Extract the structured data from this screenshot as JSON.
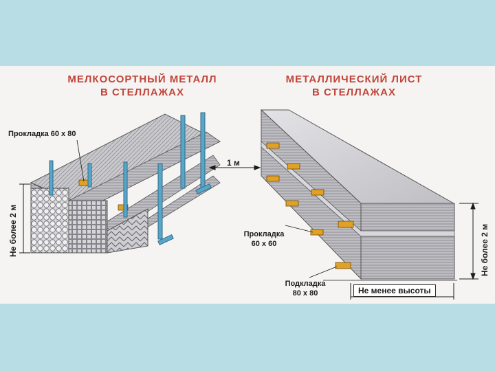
{
  "left_title": {
    "line1": "МЕЛКОСОРТНЫЙ МЕТАЛЛ",
    "line2": "В  СТЕЛЛАЖАХ"
  },
  "right_title": {
    "line1": "МЕТАЛЛИЧЕСКИЙ ЛИСТ",
    "line2": "В  СТЕЛЛАЖАХ"
  },
  "labels": {
    "spacer_60x80": "Прокладка 60 х 80",
    "gap_1m": "1 м",
    "max_height_left": "Не более  2 м",
    "spacer_60x60_line1": "Прокладка",
    "spacer_60x60_line2": "60 х 60",
    "underlay_line1": "Подкладка",
    "underlay_line2": "80 х 80",
    "not_less_height": "Не менее высоты",
    "max_height_right": "Не более  2 м"
  },
  "colors": {
    "background": "#b9dde5",
    "title": "#c0443b",
    "post": "#5aa6c8",
    "spacer": "#e0a126",
    "metal": "#b3b3b8"
  }
}
